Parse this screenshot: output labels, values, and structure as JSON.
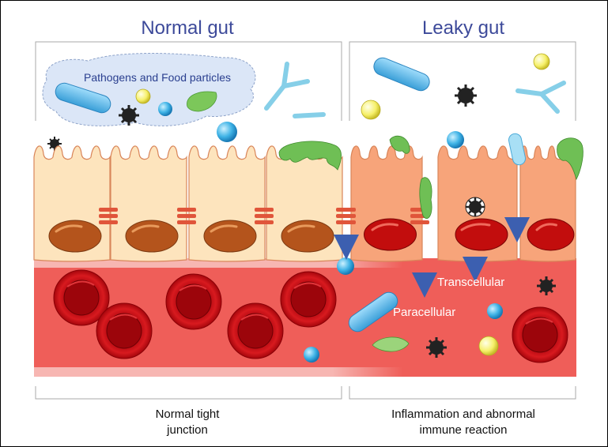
{
  "titles": {
    "left": "Normal gut",
    "right": "Leaky gut"
  },
  "labels": {
    "pathogens": "Pathogens and Food particles",
    "transcellular": "Transcellular",
    "paracellular": "Paracellular"
  },
  "captions": {
    "left_line1": "Normal tight",
    "left_line2": "junction",
    "right_line1": "Inflammation and abnormal",
    "right_line2": "immune reaction"
  },
  "colors": {
    "title": "#3d4a9a",
    "normal_cell": "#fde4bd",
    "leaky_cell": "#f7a47a",
    "cell_outline": "#d9865a",
    "normal_nucleus": "#b4541c",
    "leaky_nucleus": "#c20d0d",
    "junction": "#e0553a",
    "blood_vessel": "#f26b66",
    "red_blood_cell": "#c40a12",
    "arrow": "#4a6fc0",
    "pathogen_cloud": "#dbe6f7"
  },
  "icons": [
    "bacteria-rod",
    "virus-spiky",
    "yellow-particle",
    "blue-particle",
    "green-particle",
    "fungus-branch"
  ]
}
